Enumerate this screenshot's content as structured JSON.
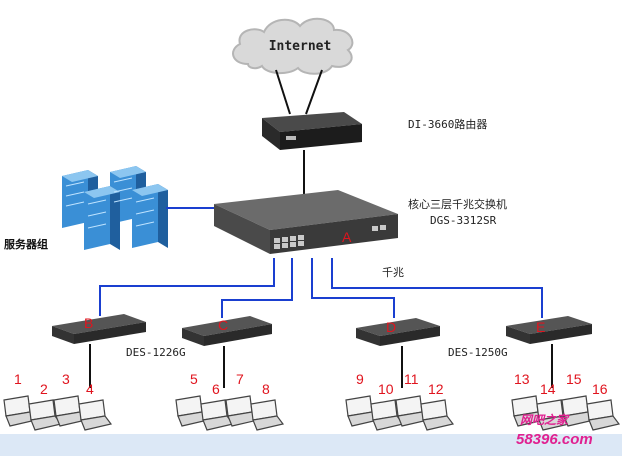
{
  "internet": {
    "label": "Internet"
  },
  "router": {
    "label": "DI-3660路由器"
  },
  "core_switch": {
    "line1": "核心三层千兆交换机",
    "line2": "DGS-3312SR",
    "letter": "A"
  },
  "server_group": {
    "label": "服务器组"
  },
  "gigabit": {
    "label": "千兆"
  },
  "access_switches": [
    {
      "letter": "B"
    },
    {
      "letter": "C"
    },
    {
      "letter": "D"
    },
    {
      "letter": "E"
    }
  ],
  "switch_models": {
    "bc": "DES-1226G",
    "de": "DES-1250G"
  },
  "pc_numbers": [
    "1",
    "2",
    "3",
    "4",
    "5",
    "6",
    "7",
    "8",
    "9",
    "10",
    "11",
    "12",
    "13",
    "14",
    "15",
    "16"
  ],
  "watermark": {
    "line1": "网吧之家",
    "line2": "58396.com"
  },
  "colors": {
    "link_blue": "#1a3fd0",
    "link_black": "#111111",
    "label_red": "#e0141e",
    "server_blue": "#2a7fc8",
    "watermark": "#e02090"
  }
}
